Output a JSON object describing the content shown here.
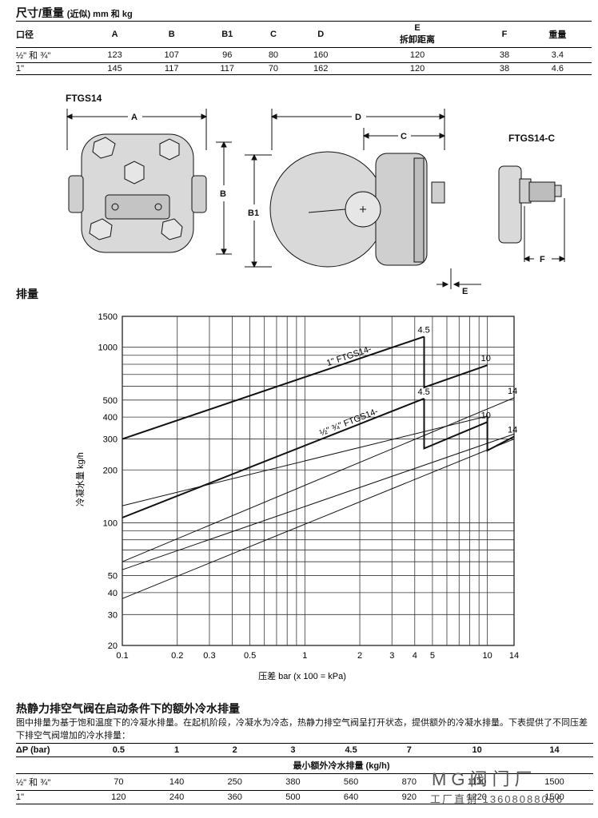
{
  "dims": {
    "title": "尺寸/重量",
    "title_note": "(近似) mm 和 kg",
    "headers": [
      "口径",
      "A",
      "B",
      "B1",
      "C",
      "D",
      "E",
      "F",
      "重量"
    ],
    "header_e_sub": "拆卸距离",
    "rows": [
      [
        "½\" 和 ¾\"",
        "123",
        "107",
        "96",
        "80",
        "160",
        "120",
        "38",
        "3.4"
      ],
      [
        "1\"",
        "145",
        "117",
        "117",
        "70",
        "162",
        "120",
        "38",
        "4.6"
      ]
    ]
  },
  "drawings": {
    "model_main": "FTGS14",
    "model_c": "FTGS14-C",
    "dim_labels": [
      "A",
      "B",
      "B1",
      "D",
      "C",
      "E",
      "F"
    ]
  },
  "capacity": {
    "title": "排量"
  },
  "chart_data": {
    "type": "line",
    "xlabel": "压差 bar (x 100 = kPa)",
    "ylabel": "冷凝水量 kg/h",
    "xscale": "log",
    "yscale": "log",
    "xlim": [
      0.1,
      14
    ],
    "ylim": [
      20,
      1500
    ],
    "xticks": [
      "0.1",
      "0.2",
      "0.3",
      "0.5",
      "1",
      "2",
      "3",
      "4",
      "5",
      "10",
      "14"
    ],
    "yticks": [
      "20",
      "30",
      "40",
      "50",
      "100",
      "200",
      "300",
      "400",
      "500",
      "1000",
      "1500"
    ],
    "series": [
      {
        "name": "1\" FTGS14-",
        "style": "bold",
        "x": [
          0.1,
          4.5
        ],
        "y": [
          300,
          1150
        ],
        "end_label": "4.5"
      },
      {
        "name": "",
        "style": "bold",
        "x": [
          4.5,
          4.5,
          10
        ],
        "y": [
          1150,
          590,
          790
        ],
        "end_label": "10"
      },
      {
        "name": "½\" ¾\" FTGS14-",
        "style": "bold",
        "x": [
          0.1,
          4.5
        ],
        "y": [
          107,
          510
        ],
        "end_label": "4.5"
      },
      {
        "name": "",
        "style": "bold",
        "x": [
          4.5,
          4.5,
          10
        ],
        "y": [
          510,
          265,
          375
        ],
        "end_label": "10"
      },
      {
        "name": "",
        "style": "thin",
        "x": [
          0.1,
          10
        ],
        "y": [
          125,
          405
        ],
        "end_label": ""
      },
      {
        "name": "",
        "style": "bold",
        "x": [
          10,
          10,
          14
        ],
        "y": [
          405,
          258,
          310
        ],
        "end_label": "14"
      },
      {
        "name": "",
        "style": "thin",
        "x": [
          0.1,
          14
        ],
        "y": [
          60,
          515
        ],
        "end_label": "14"
      },
      {
        "name": "",
        "style": "thin",
        "x": [
          0.1,
          14
        ],
        "y": [
          54,
          320
        ],
        "end_label": ""
      },
      {
        "name": "",
        "style": "thin",
        "x": [
          0.1,
          14
        ],
        "y": [
          37,
          300
        ],
        "end_label": ""
      }
    ]
  },
  "extra": {
    "title": "热静力排空气阀在启动条件下的额外冷水排量",
    "description": "图中排量为基于饱和温度下的冷凝水排量。在起机阶段，冷凝水为冷态，热静力排空气阀呈打开状态，提供额外的冷凝水排量。下表提供了不同压差下排空气阀增加的冷水排量：",
    "headers": [
      "ΔP (bar)",
      "0.5",
      "1",
      "2",
      "3",
      "4.5",
      "7",
      "10",
      "14"
    ],
    "subheader": "最小额外冷水排量 (kg/h)",
    "rows": [
      [
        "½\" 和 ¾\"",
        "70",
        "140",
        "250",
        "380",
        "560",
        "870",
        "1130",
        "1500"
      ],
      [
        "1\"",
        "120",
        "240",
        "360",
        "500",
        "640",
        "920",
        "1220",
        "1500"
      ]
    ]
  },
  "watermark": {
    "line1": "MG阀门厂",
    "line2": "工厂直销 13608088066"
  }
}
